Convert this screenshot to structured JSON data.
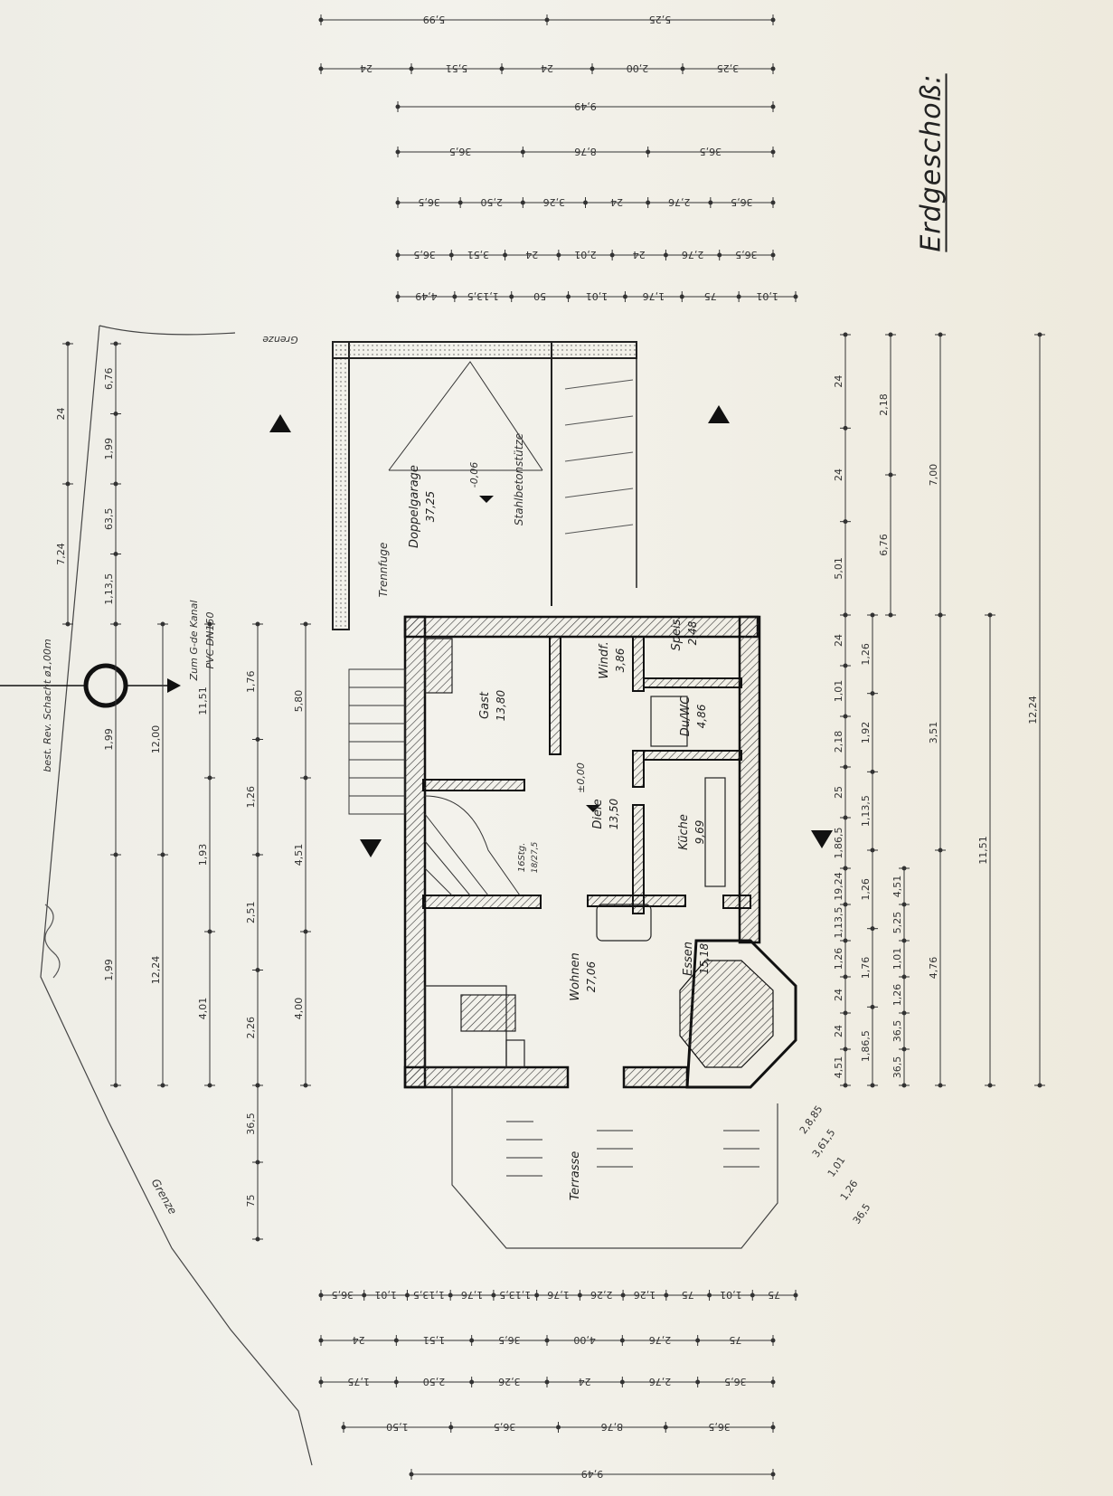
{
  "title": "Erdgeschoß:",
  "rooms": [
    {
      "id": "doppelgarage",
      "name": "Doppelgarage",
      "area": "37,25"
    },
    {
      "id": "gast",
      "name": "Gast",
      "area": "13,80"
    },
    {
      "id": "windf",
      "name": "Windf.",
      "area": "3,86"
    },
    {
      "id": "speis",
      "name": "Speis.",
      "area": "2,48"
    },
    {
      "id": "duwc",
      "name": "Du/WC",
      "area": "4,86"
    },
    {
      "id": "diele",
      "name": "Diele",
      "area": "13,50"
    },
    {
      "id": "kueche",
      "name": "Küche",
      "area": "9,69"
    },
    {
      "id": "wohnen",
      "name": "Wohnen",
      "area": "27,06"
    },
    {
      "id": "essen",
      "name": "Essen",
      "area": "15,18"
    },
    {
      "id": "terrasse",
      "name": "Terrasse",
      "area": ""
    }
  ],
  "labels": {
    "stahlbetonstuetze": "Stahlbetonstütze",
    "trennfuge": "Trennfuge",
    "grenze": "Grenze",
    "rev_schacht": "best. Rev. Schacht ø1,00m",
    "kanal_1": "Zum G-de Kanal",
    "kanal_2": "PVC DN150",
    "garage_level": "-0,06",
    "floor_level": "±0,00",
    "stair_steps": "16Stg.",
    "stair_ratio": "18/27,5"
  },
  "dimensions": {
    "top_outer": [
      "5,99",
      "5,25"
    ],
    "top_row2": [
      "24",
      "5,51",
      "24",
      "2,00",
      "3,25"
    ],
    "top_total": "9,49",
    "top_row4": [
      "36,5",
      "8,76",
      "36,5"
    ],
    "top_row5": [
      "36,5",
      "2,50",
      "3,26",
      "24",
      "2,76",
      "36,5"
    ],
    "top_row6": [
      "36,5",
      "3,51",
      "24",
      "2,01",
      "24",
      "2,76",
      "36,5"
    ],
    "top_row7": [
      "4,49",
      "1,13,5",
      "50",
      "1,01",
      "1,76",
      "75",
      "1,01"
    ],
    "right_col": [
      "24",
      "24",
      "5,01",
      "2,18",
      "6,76",
      "7,00",
      "24",
      "1,01",
      "2,18",
      "25",
      "1,86,5",
      "1,26",
      "1,92",
      "1,13,5",
      "1,26",
      "1,76",
      "1,86,5",
      "3,51",
      "4,76",
      "11,51",
      "12,24",
      "19,24",
      "1,13,5",
      "1,26",
      "24",
      "24",
      "4,51",
      "4,51",
      "5,25",
      "1,01",
      "1,26",
      "36,5",
      "36,5"
    ],
    "left_col": [
      "24",
      "7,24",
      "6,76",
      "1,99",
      "63,5",
      "1,13,5",
      "1,99",
      "1,99",
      "12,00",
      "12,24",
      "11,51",
      "1,93",
      "4,01",
      "1,76",
      "1,26",
      "2,51",
      "2,26",
      "5,80",
      "4,51",
      "4,00",
      "36,5",
      "75"
    ],
    "bottom_row1": [
      "36,5",
      "1,01",
      "1,13,5",
      "1,76",
      "1,13,5",
      "1,76",
      "2,26",
      "1,26",
      "75",
      "1,01",
      "75"
    ],
    "bottom_row2": [
      "24",
      "1,51",
      "36,5",
      "4,00",
      "2,76",
      "75"
    ],
    "bottom_row3": [
      "1,75",
      "2,50",
      "3,26",
      "24",
      "2,76",
      "36,5"
    ],
    "bottom_row4": [
      "1,50",
      "36,5",
      "8,76",
      "36,5"
    ],
    "bottom_total": "9,49",
    "bay": [
      "2,8,85",
      "3,61,5",
      "1,01",
      "1,26",
      "36,5"
    ]
  }
}
